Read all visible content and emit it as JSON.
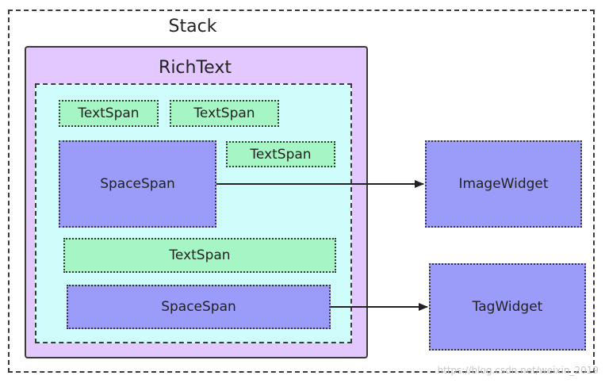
{
  "stack": {
    "label": "Stack"
  },
  "richtext": {
    "label": "RichText"
  },
  "spans": {
    "textspan_1": "TextSpan",
    "textspan_2": "TextSpan",
    "textspan_3": "TextSpan",
    "spacespan_1": "SpaceSpan",
    "textspan_4": "TextSpan",
    "spacespan_2": "SpaceSpan"
  },
  "widgets": {
    "image_widget": "ImageWidget",
    "tag_widget": "TagWidget"
  },
  "watermark": "https://blog.csdn.net/weixin_2019",
  "colors": {
    "stack_bg": "#ffffff",
    "richtext_bg": "#e3c8ff",
    "span_container_bg": "#cffdfc",
    "textspan_bg": "#a6f5c4",
    "spacespan_bg": "#9b9cf9",
    "widget_bg": "#9b9cf9",
    "border": "#3a3a3a"
  }
}
